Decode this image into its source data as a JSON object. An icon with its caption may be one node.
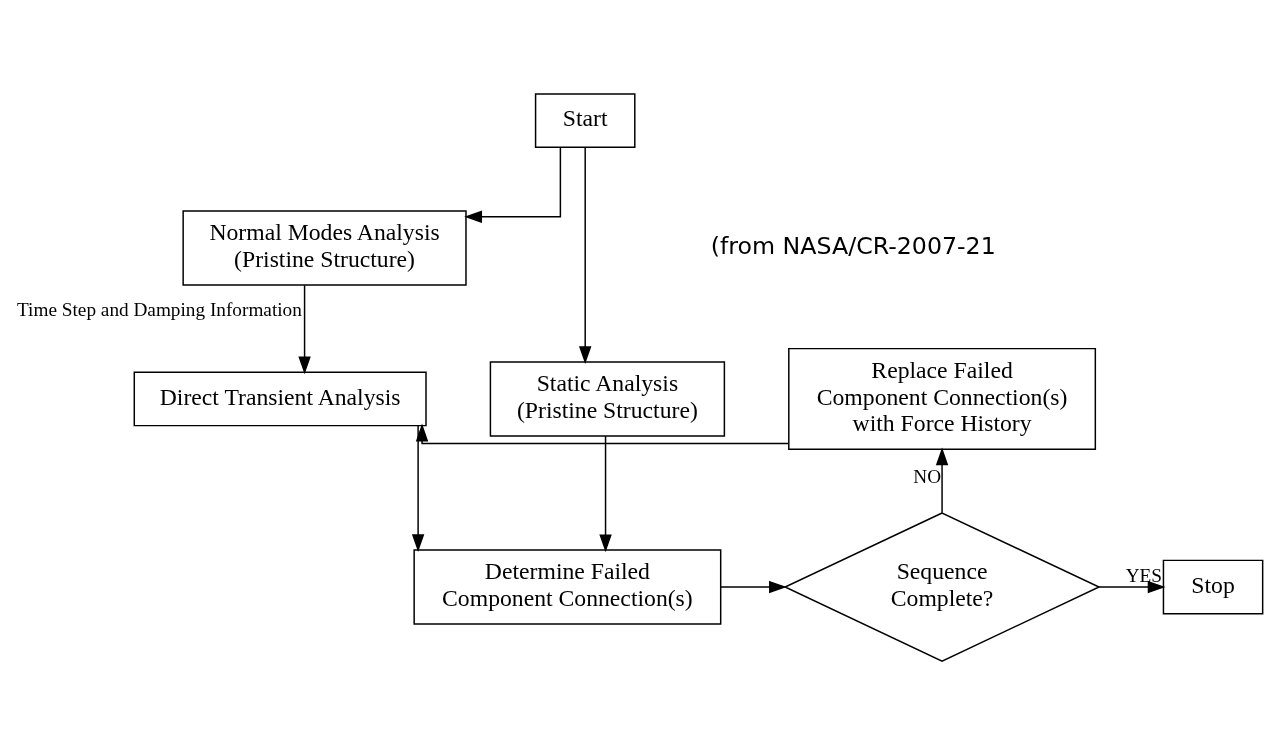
{
  "diagram": {
    "nodes": [
      {
        "text": [
          "Start"
        ]
      },
      {
        "text": [
          "Normal Modes Analysis (Pristine Structure)"
        ]
      },
      {
        "text": [
          "Static Analysis (Pristine Structure)"
        ]
      },
      {
        "text": [
          "Determine Failed Component Connection(s)"
        ]
      },
      {
        "text": [
          "Sequence Complete?"
        ]
      },
      {
        "text": [
          "Stop"
        ]
      },
      {
        "text": [
          "Replace Failed Component Connection(s) with Force History"
        ]
      },
      {
        "text": [
          "Direct Transient Analysis"
        ]
      }
    ],
    "edges": [
      {
        "from": 0,
        "to": 1,
        "arrow": "to"
      },
      {
        "from": 0,
        "to": 2,
        "arrow": "to"
      },
      {
        "from": 2,
        "to": 3,
        "arrow": "to"
      },
      {
        "from": 3,
        "to": 4,
        "arrow": "to"
      },
      {
        "from": 4,
        "to": 5,
        "arrow": "to",
        "label": "YES"
      },
      {
        "from": 4,
        "to": 6,
        "arrow": "to",
        "label": "NO"
      },
      {
        "from": 6,
        "to": 7,
        "arrow": "to"
      },
      {
        "from": 7,
        "to": 3,
        "arrow": "to"
      },
      {
        "from": 1,
        "to": 7,
        "arrow": "to",
        "label": "Time Step and Damping Information"
      }
    ],
    "labels": [
      "(from NASA/CR-2007-21"
    ]
  }
}
